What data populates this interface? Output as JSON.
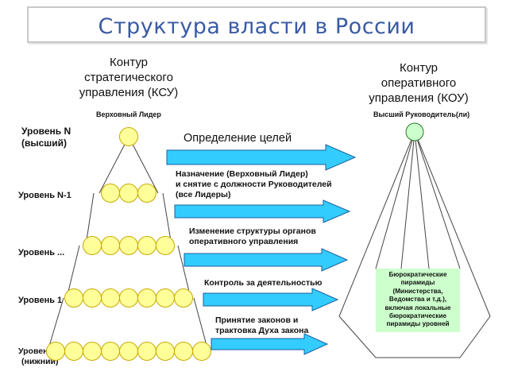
{
  "title": "Структура власти в России",
  "left_heading": [
    "Контур",
    "стратегического",
    "управления (КСУ)"
  ],
  "right_heading": [
    "Контур",
    "оперативного",
    "управления (КОУ)"
  ],
  "left_apex_label": "Верховный Лидер",
  "right_apex_label": "Высший Руководитель(ли)",
  "levels": [
    {
      "id": "n",
      "lines": [
        "Уровень N",
        "(высший)"
      ]
    },
    {
      "id": "n1",
      "lines": [
        "Уровень N-1"
      ]
    },
    {
      "id": "mid",
      "lines": [
        "Уровень ..."
      ]
    },
    {
      "id": "one",
      "lines": [
        "Уровень 1"
      ]
    },
    {
      "id": "zero",
      "lines": [
        "Уровень 0",
        "(нижний)"
      ]
    }
  ],
  "pyramid_rows": [
    1,
    3,
    5,
    7,
    9
  ],
  "arrows": [
    {
      "id": "goals",
      "lines": [
        "Определение целей"
      ]
    },
    {
      "id": "appoint",
      "lines": [
        "Назначение (Верховный Лидер)",
        "и снятие с должности Руководителей",
        "(все Лидеры)"
      ]
    },
    {
      "id": "restructure",
      "lines": [
        "Изменение структуры органов",
        "оперативного управления"
      ]
    },
    {
      "id": "control",
      "lines": [
        "Контроль за деятельностью"
      ]
    },
    {
      "id": "laws",
      "lines": [
        "Принятие законов и",
        "трактовка Духа закона"
      ]
    }
  ],
  "bureau_text": [
    "Бюрократические",
    "пирамиды",
    "(Министерства,",
    "Ведомства и т.д.),",
    "включая локальные",
    "бюрократические",
    "пирамиды уровней"
  ],
  "colors": {
    "circle_fill": "#ffff99",
    "circle_stroke": "#c8a800",
    "apex_fill": "#ccffcc",
    "arrow_fill": "#33ccff",
    "arrow_stroke": "#1a5f9e",
    "bureau_fill": "#ccffcc",
    "title_color": "#3a5aa3"
  }
}
